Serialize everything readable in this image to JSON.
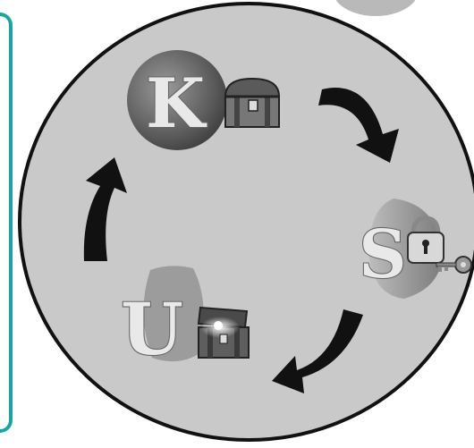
{
  "cycle": {
    "stages": [
      {
        "letter": "K",
        "icon": "treasure-chest-closed-icon"
      },
      {
        "letter": "S",
        "icon": "padlock-key-icon"
      },
      {
        "letter": "U",
        "icon": "treasure-chest-open-icon"
      }
    ],
    "arrows": [
      "arrow-k-to-s-icon",
      "arrow-s-to-u-icon",
      "arrow-u-to-k-icon"
    ]
  }
}
